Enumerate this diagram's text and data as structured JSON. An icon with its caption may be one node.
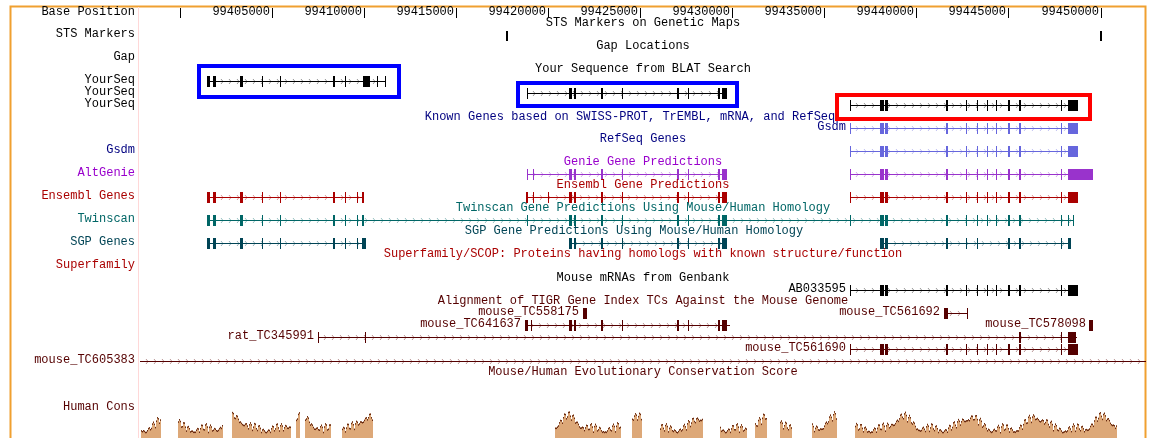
{
  "diagram": {
    "labels": [
      "Base Position",
      "99405000",
      "99410000",
      "99415000",
      "99420000",
      "99425000",
      "99430000",
      "99435000",
      "99440000",
      "99445000",
      "99450000",
      "STS Markers on Genetic Maps",
      "STS Markers",
      "Gap Locations",
      "Gap",
      "Your Sequence from BLAT Search",
      "YourSeq",
      "YourSeq",
      "YourSeq",
      "Known Genes based on SWISS-PROT, TrEMBL, mRNA, and RefSeq",
      "Gsdm",
      "RefSeq Genes",
      "Gsdm",
      "Genie Gene Predictions",
      "AltGenie",
      "Ensembl Gene Predictions",
      "Ensembl Genes",
      "Twinscan Gene Predictions Using Mouse/Human Homology",
      "Twinscan",
      "SGP Gene Predictions Using Mouse/Human Homology",
      "SGP Genes",
      "Superfamily/SCOP: Proteins having homologs with known structure/function",
      "Superfamily",
      "Mouse mRNAs from Genbank",
      "AB033595",
      "Alignment of TIGR Gene Index TCs Against the Mouse Genome",
      "mouse_TC558175",
      "mouse_TC561692",
      "mouse_TC641637",
      "mouse_TC578098",
      "rat_TC345991",
      "mouse_TC561690",
      "mouse_TC605383",
      "Mouse/Human Evolutionary Conservation Score",
      "Human Cons"
    ]
  }
}
